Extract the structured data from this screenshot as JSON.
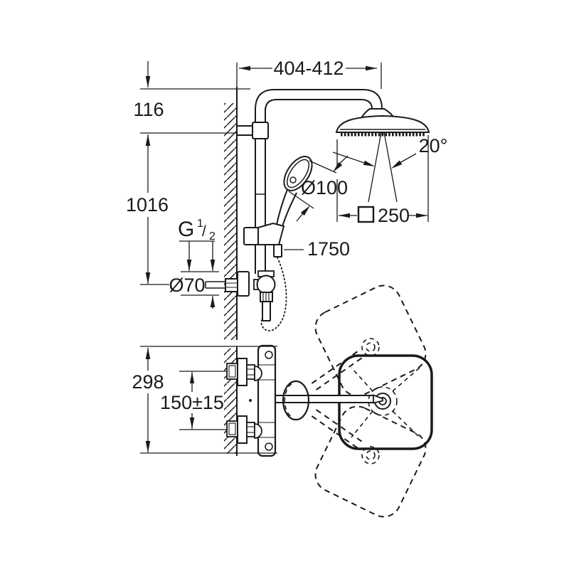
{
  "meta": {
    "background": "#ffffff",
    "ink": "#1a1a1a",
    "drawing_type": "shower-system-dimensional-drawing"
  },
  "dims": {
    "arm_reach": "404-412",
    "wall_to_arm_top": "116",
    "riser_height": "1016",
    "spray_angle": "20°",
    "hand_shower_diameter": "Ø100",
    "head_shower_width": "250",
    "hose_length": "1750",
    "thread_size": {
      "g": "G",
      "num": "1",
      "slash": "/",
      "den": "2"
    },
    "escutcheon_diameter": "Ø70",
    "plan_height": "298",
    "inlet_spacing": "150±15"
  },
  "icons": {
    "head_width_symbol": "square-outline"
  }
}
